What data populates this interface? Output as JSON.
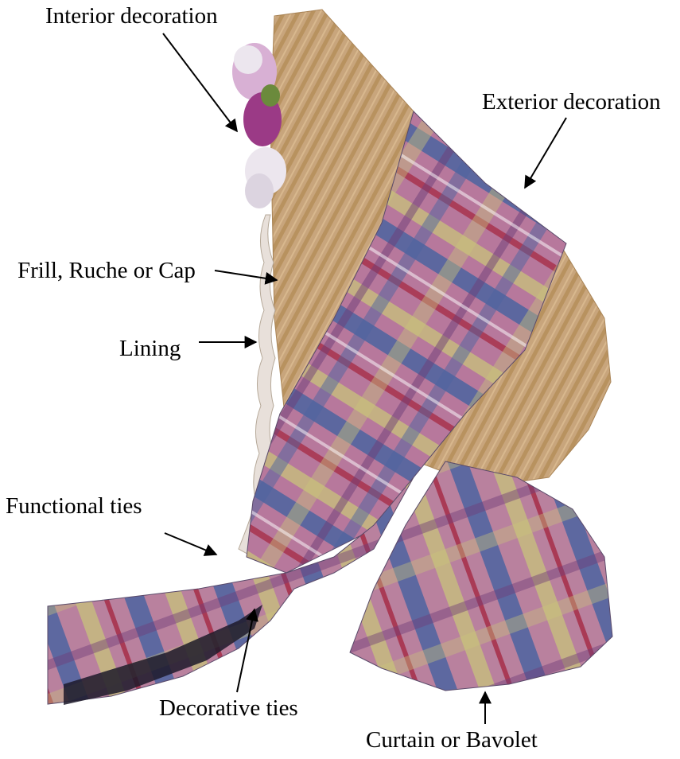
{
  "labels": {
    "interior_decoration": "Interior decoration",
    "exterior_decoration": "Exterior decoration",
    "frill": "Frill, Ruche or Cap",
    "lining": "Lining",
    "functional_ties": "Functional ties",
    "decorative_ties": "Decorative ties",
    "curtain": "Curtain or Bavolet"
  },
  "colors": {
    "straw": "#c8a57c",
    "straw_dark": "#a98456",
    "plaid_pink": "#b7789c",
    "plaid_blue": "#4d64a0",
    "plaid_yellow": "#c8c27a",
    "plaid_red": "#a8324e",
    "plaid_purple": "#6e3d78",
    "flower_pink": "#c78ac0",
    "flower_white": "#ece6ee"
  },
  "image": {
    "subject": "bonnet-photo"
  }
}
